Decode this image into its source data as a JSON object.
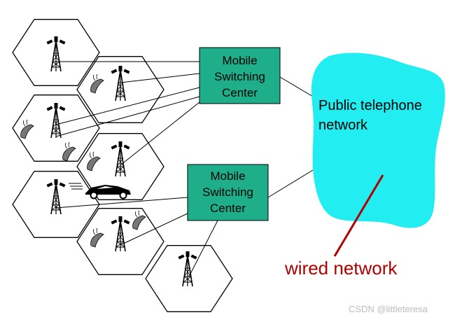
{
  "msc_top": {
    "line1": "Mobile",
    "line2": "Switching",
    "line3": "Center"
  },
  "msc_bottom": {
    "line1": "Mobile",
    "line2": "Switching",
    "line3": "Center"
  },
  "cloud": {
    "line1": "Public telephone",
    "line2": "network"
  },
  "wired_label": "wired network",
  "watermark": "CSDN @littleteresa",
  "colors": {
    "msc_fill": "#1fae8a",
    "cloud_fill": "#22eef2",
    "wired": "#b00000",
    "line": "#000000"
  }
}
